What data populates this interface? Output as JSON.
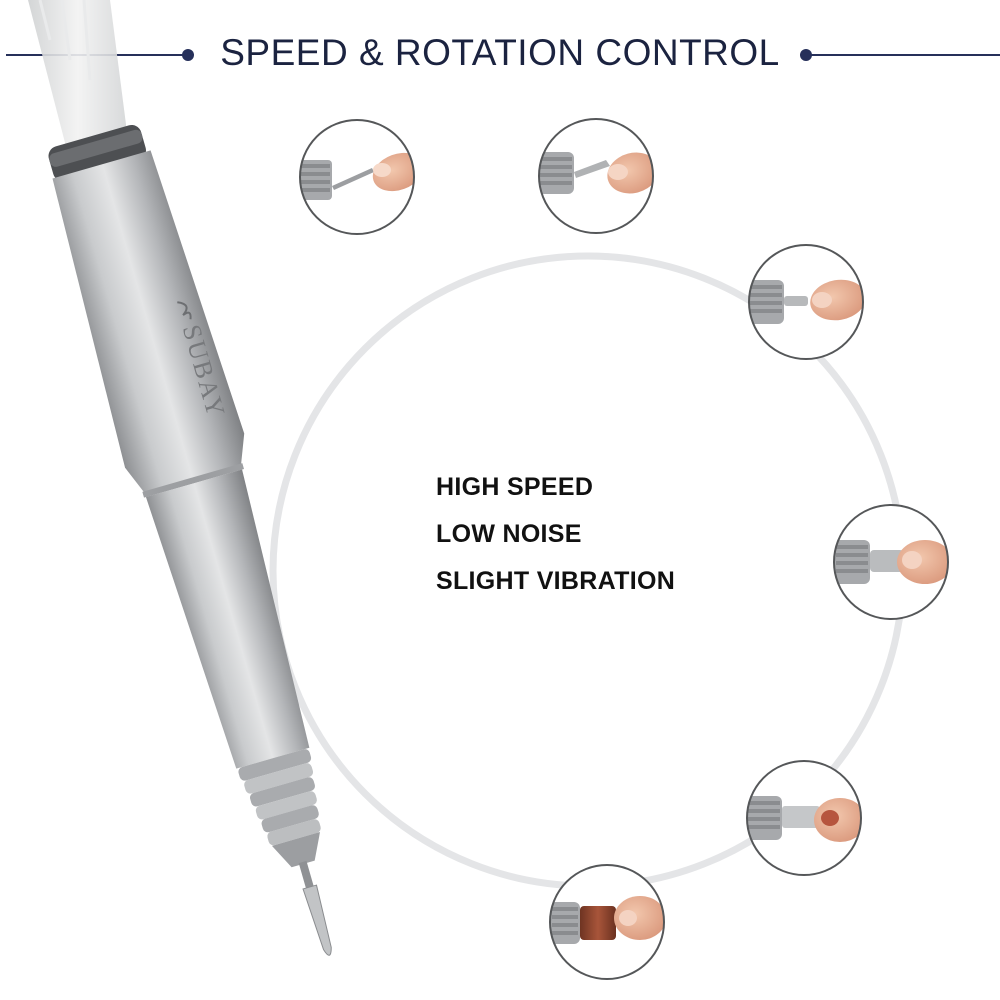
{
  "header": {
    "title": "SPEED & ROTATION CONTROL",
    "accent_color": "#26305a"
  },
  "features": [
    "HIGH SPEED",
    "LOW NOISE",
    "SLIGHT VIBRATION"
  ],
  "product": {
    "brand_logo_text": "SUBAY",
    "body_color": "#b9bbbe"
  },
  "detail_photos": [
    {
      "name": "drill-bit-close-up-1"
    },
    {
      "name": "drill-bit-close-up-2"
    },
    {
      "name": "drill-bit-close-up-3"
    },
    {
      "name": "drill-bit-close-up-4"
    },
    {
      "name": "drill-bit-close-up-5"
    },
    {
      "name": "sanding-band-close-up"
    }
  ]
}
